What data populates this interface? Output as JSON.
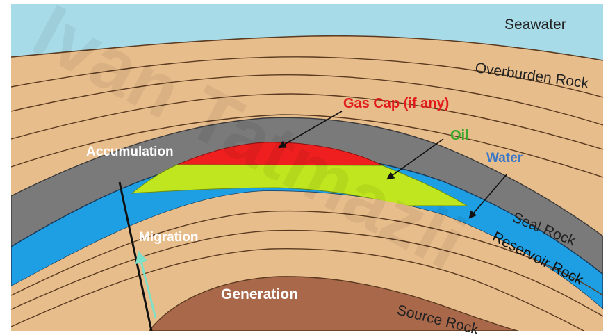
{
  "labels": {
    "seawater": "Seawater",
    "overburden": "Overburden Rock",
    "gas_cap": "Gas Cap (if any)",
    "oil": "Oil",
    "water": "Water",
    "accumulation": "Accumulation",
    "seal_rock": "Seal Rock",
    "reservoir_rock": "Reservoir Rock",
    "migration": "Migration",
    "generation": "Generation",
    "source_rock": "Source Rock"
  },
  "watermark": "Ivan Tatmazli",
  "colors": {
    "seawater": "#a8dbe8",
    "rock": "#e8bd8c",
    "seal": "#7a7a7a",
    "reservoir": "#1e9fe3",
    "gas": "#ef1f1f",
    "oil": "#bfe61e",
    "source": "#a9684a",
    "gas_label": "#e11a1a",
    "oil_label": "#3aa82a",
    "water_label": "#3a78c8",
    "migration_arrow": "#7fe0c8"
  }
}
